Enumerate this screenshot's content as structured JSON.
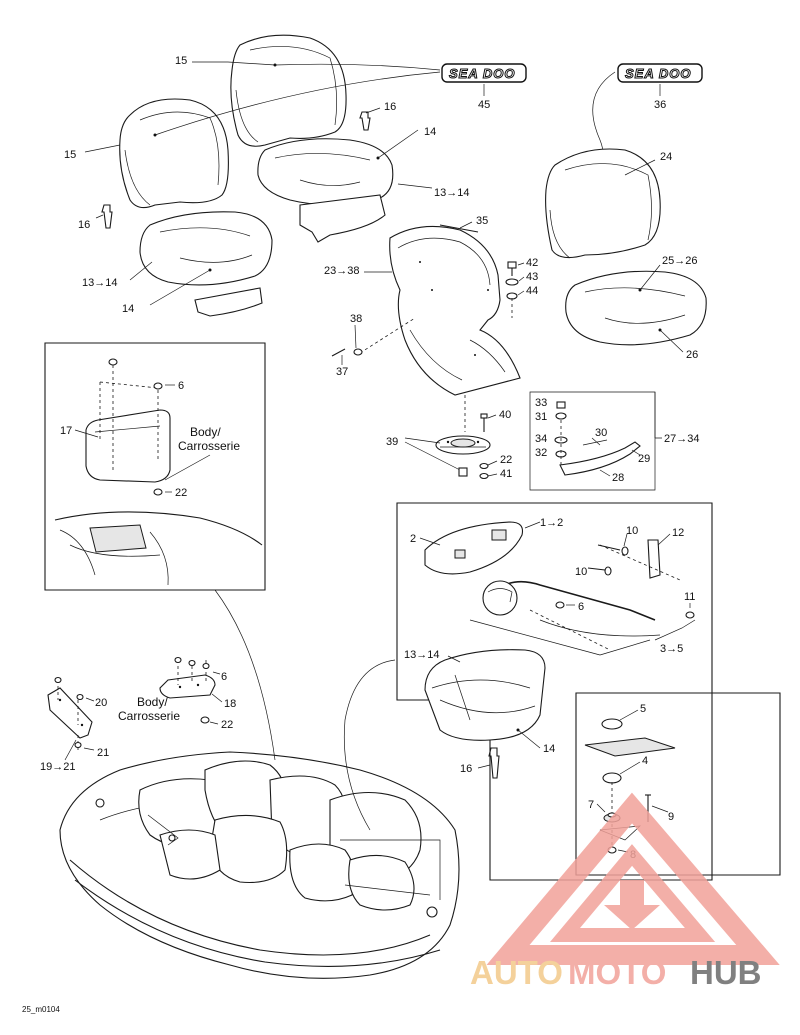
{
  "labels": {
    "l15a": "15",
    "l15b": "15",
    "l16a": "16",
    "l16b": "16",
    "l14a": "14",
    "l13_14a": "13→14",
    "l13_14b": "13→14",
    "l14b": "14",
    "l45": "45",
    "l36": "36",
    "l24": "24",
    "l25_26": "25→26",
    "l26": "26",
    "l35": "35",
    "l23_38": "23→38",
    "l42": "42",
    "l43": "43",
    "l44": "44",
    "l38": "38",
    "l37": "37",
    "l6a": "6",
    "l17": "17",
    "body1a": "Body/",
    "body1b": "Carrosserie",
    "l22a": "22",
    "l40": "40",
    "l39": "39",
    "l22b": "22",
    "l41": "41",
    "l33": "33",
    "l31": "31",
    "l30": "30",
    "l34": "34",
    "l32": "32",
    "l29": "29",
    "l28": "28",
    "l27_34": "27→34",
    "l2": "2",
    "l1_2": "1→2",
    "l10a": "10",
    "l12": "12",
    "l10b": "10",
    "l6b": "6",
    "l11": "11",
    "l3_5": "3→5",
    "l13_14c": "13→14",
    "l14c": "14",
    "l16c": "16",
    "l5": "5",
    "l4": "4",
    "l7": "7",
    "l9": "9",
    "l8": "8",
    "l6c": "6",
    "l20": "20",
    "l18": "18",
    "body2a": "Body/",
    "body2b": "Carrosserie",
    "l22c": "22",
    "l19_21": "19→21",
    "l21": "21"
  },
  "logos": {
    "sea_doo_1": "SEA DOO",
    "sea_doo_2": "SEA DOO"
  },
  "drawing_code": "25_m0104",
  "watermark": {
    "auto": "AUTO",
    "moto": "MOTO",
    "hub": "HUB",
    "color_primary": "#f2a29a",
    "color_secondary": "#f3c98a",
    "color_dark": "#6b6b6b"
  }
}
